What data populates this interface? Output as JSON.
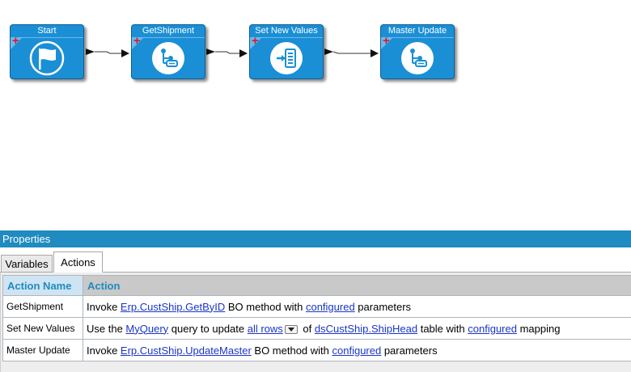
{
  "workflow": {
    "nodes": [
      {
        "title": "Start",
        "icon": "flag-icon"
      },
      {
        "title": "GetShipment",
        "icon": "bo-method-icon"
      },
      {
        "title": "Set New Values",
        "icon": "update-table-icon"
      },
      {
        "title": "Master Update",
        "icon": "bo-method-icon"
      }
    ],
    "add_symbol": "+"
  },
  "properties": {
    "header": "Properties",
    "tabs": [
      {
        "label": "Variables",
        "active": false
      },
      {
        "label": "Actions",
        "active": true
      }
    ],
    "columns": {
      "name": "Action Name",
      "action": "Action"
    },
    "rows": [
      {
        "name": "GetShipment",
        "t1": "Invoke ",
        "l1": "Erp.CustShip.GetByID",
        "t2": " BO method with ",
        "l2": "configured",
        "t3": " parameters"
      },
      {
        "name": "Set New Values",
        "t1": "Use the ",
        "l1": "MyQuery",
        "t2": " query to update ",
        "l2": "all rows",
        "t3": " of ",
        "l3": "dsCustShip.ShipHead",
        "t4": " table with ",
        "l4": "configured",
        "t5": " mapping"
      },
      {
        "name": "Master Update",
        "t1": "Invoke ",
        "l1": "Erp.CustShip.UpdateMaster",
        "t2": " BO method with ",
        "l2": "configured",
        "t3": " parameters"
      }
    ]
  },
  "colors": {
    "node_blue": "#1a8fd6",
    "header_blue": "#1f8bc0",
    "link_blue": "#1a35c8",
    "plus_red": "#e0142a"
  }
}
